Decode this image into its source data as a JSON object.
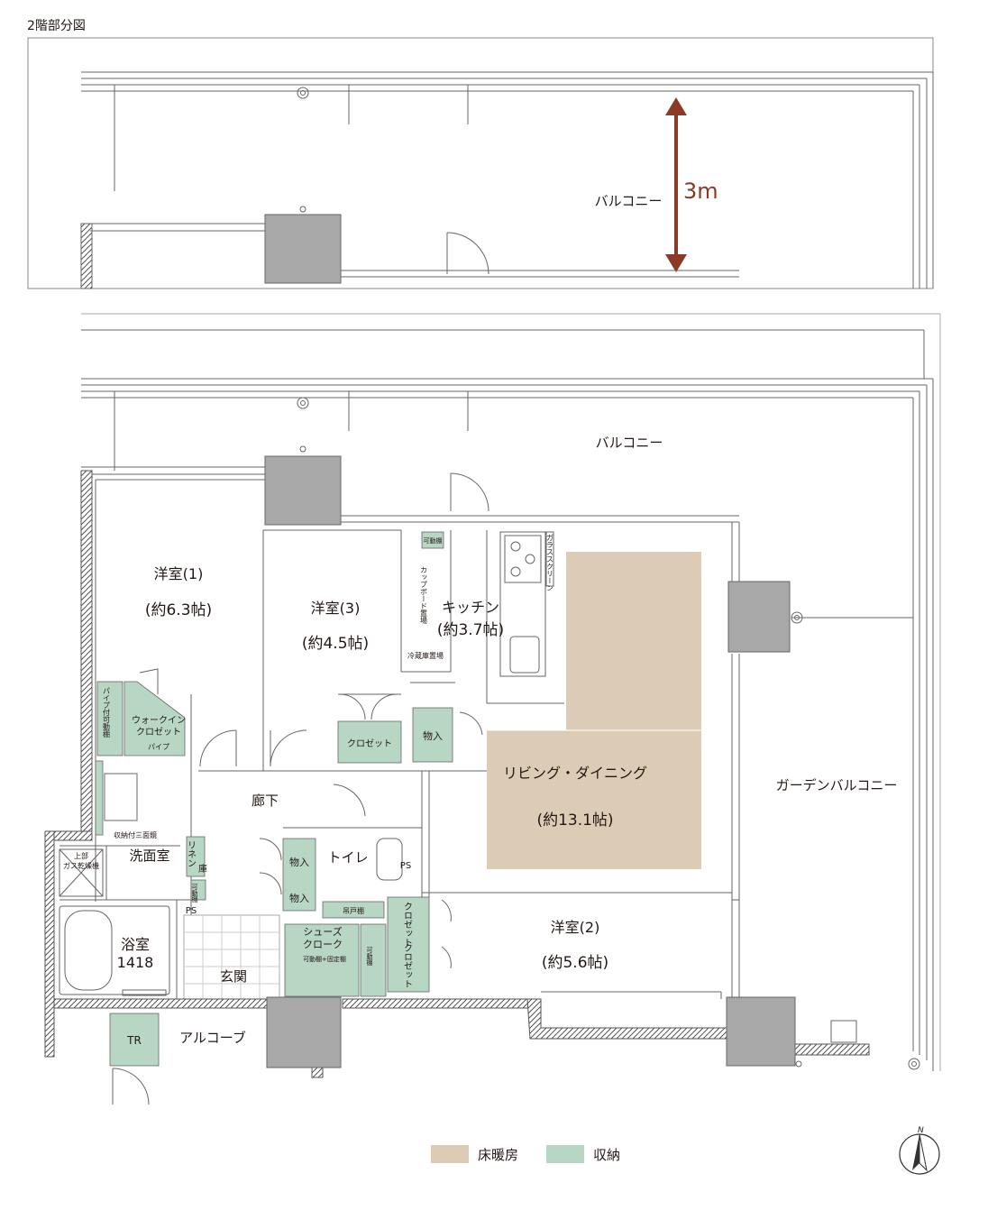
{
  "header": {
    "title": "2階部分図"
  },
  "upper_plan": {
    "balcony_label": "バルコニー",
    "dimension_label": "3m"
  },
  "rooms": {
    "balcony": "バルコニー",
    "garden_balcony": "ガーデンバルコニー",
    "western1_name": "洋室(1)",
    "western1_size": "(約6.3帖)",
    "western3_name": "洋室(3)",
    "western3_size": "(約4.5帖)",
    "kitchen_name": "キッチン",
    "kitchen_size": "(約3.7帖)",
    "living_name": "リビング・ダイニング",
    "living_size": "(約13.1帖)",
    "western2_name": "洋室(2)",
    "western2_size": "(約5.6帖)",
    "hallway": "廊下",
    "washroom": "洗面室",
    "bathroom": "浴室",
    "bath_size": "1418",
    "toilet": "トイレ",
    "entrance": "玄関",
    "alcove": "アルコーブ"
  },
  "storage": {
    "walkin_line1": "ウォークイン",
    "walkin_line2": "クロゼット",
    "walkin_pipe": "パイプ",
    "pipe_shelf": "パイプ付可動棚",
    "closet3": "クロゼット",
    "mono_kitchen": "物入",
    "mono_toilet1": "物入",
    "mono_toilet2": "物入",
    "linen_line1": "リネン",
    "linen_line2": "庫",
    "movable_shelf_small": "可動棚",
    "shoes_line1": "シューズ",
    "shoes_line2": "クローク",
    "shoes_shelf": "可動棚+固定棚",
    "shoes_side_shelf": "可動棚",
    "hanging_shelf": "吊戸棚",
    "closet2a": "クロゼット",
    "closet2b": "クロゼット",
    "kitchen_shelf": "可動棚",
    "tr": "TR"
  },
  "fixtures": {
    "cupboard": "カップボード置場",
    "fridge": "冷蔵庫置場",
    "glass_screen": "ガラススクリーン",
    "mirror": "収納付三面鏡",
    "dryer_line1": "上部",
    "dryer_line2": "ガス乾燥機",
    "ps1": "PS",
    "ps2": "PS"
  },
  "legend": [
    {
      "label": "床暖房",
      "color": "#dccbb5"
    },
    {
      "label": "収納",
      "color": "#b8d6c4"
    }
  ],
  "compass": {
    "label": "N"
  },
  "colors": {
    "floor_heating": "#dccbb5",
    "storage": "#b8d6c4",
    "outdoor_unit": "#a8a8a8",
    "arrow": "#8a3a26",
    "line": "#555555"
  }
}
